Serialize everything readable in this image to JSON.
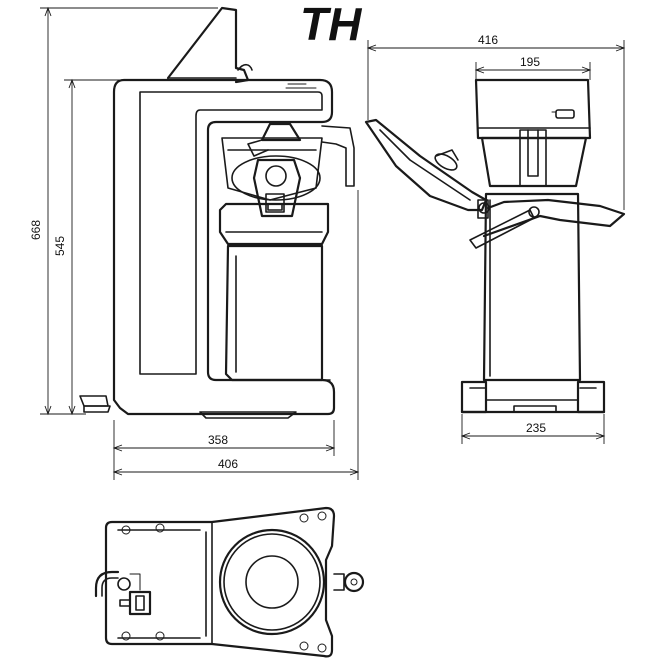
{
  "title": "TH",
  "dimensions": {
    "total_height": "668",
    "body_height": "545",
    "depth_body": "358",
    "depth_total": "406",
    "width_open": "416",
    "width_top": "195",
    "width_base": "235"
  }
}
